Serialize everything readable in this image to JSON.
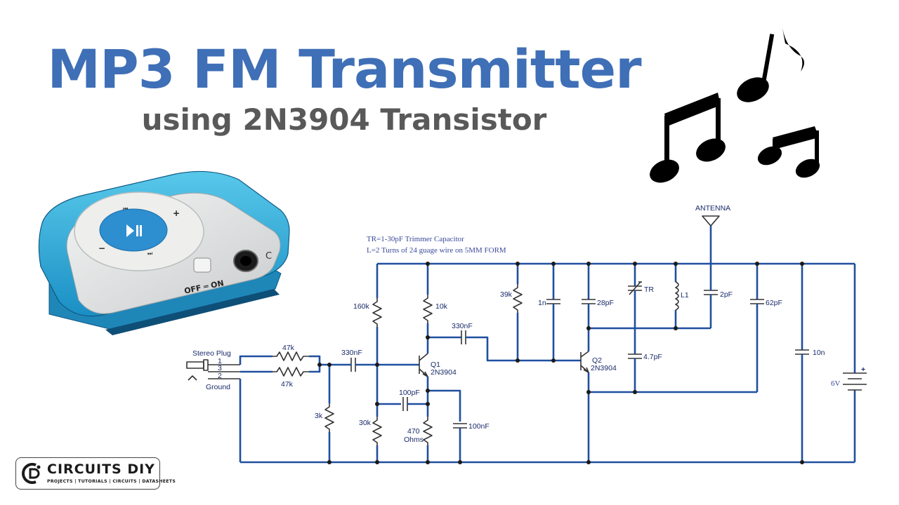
{
  "header": {
    "title": "MP3 FM Transmitter",
    "subtitle": "using 2N3904 Transistor"
  },
  "mp3_player": {
    "switch_text": "OFF ═ ON",
    "control_icons": [
      "play-pause-icon",
      "plus-icon",
      "minus-icon",
      "previous-icon",
      "next-icon"
    ]
  },
  "decorations": [
    "music-note-icon",
    "music-note-icon",
    "beamed-notes-icon"
  ],
  "schematic": {
    "notes": {
      "trimmer": "TR=1-30pF Trimmer Capacitor",
      "coil": "L=2 Turns of 24 guage wire on 5MM FORM"
    },
    "antenna": "ANTENNA",
    "stereo_plug": "Stereo Plug",
    "ground": "Ground",
    "pins": [
      "1",
      "3",
      "2"
    ],
    "components": {
      "r_in_top": "47k",
      "r_in_bottom": "47k",
      "c_in": "330nF",
      "r_3k": "3k",
      "r_160k": "160k",
      "r_30k": "30k",
      "r_10k": "10k",
      "c_100pf": "100pF",
      "r_470": "470",
      "r_470_unit": "Ohms",
      "c_100nf": "100nF",
      "q1_name": "Q1",
      "q1_part": "2N3904",
      "c_couple": "330nF",
      "r_39k": "39k",
      "c_1n": "1n",
      "c_28pf": "28pF",
      "q2_name": "Q2",
      "q2_part": "2N3904",
      "tr": "TR",
      "c_47pf": "4.7pF",
      "l1": "L1",
      "c_2pf": "2pF",
      "c_62pf": "62pF",
      "c_10n": "10n",
      "battery": "6V",
      "battery_plus": "+"
    }
  },
  "brand": {
    "name": "CIRCUITS DIY",
    "tagline": "PROJECTS | TUTORIALS | CIRCUITS | DATASHEETS",
    "colors": {
      "blue": "#3f6fb6",
      "gray": "#595959"
    }
  }
}
